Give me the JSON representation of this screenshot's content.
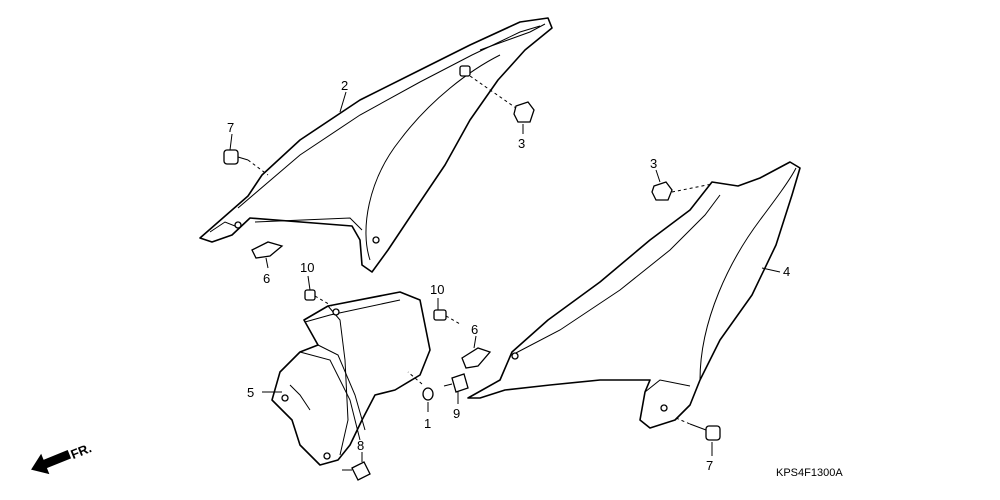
{
  "diagram": {
    "callouts": {
      "c1": "1",
      "c2": "2",
      "c3a": "3",
      "c3b": "3",
      "c4": "4",
      "c5": "5",
      "c6a": "6",
      "c6b": "6",
      "c7a": "7",
      "c7b": "7",
      "c8": "8",
      "c9": "9",
      "c10a": "10",
      "c10b": "10"
    },
    "direction_label": "FR.",
    "drawing_code": "KPS4F1300A"
  }
}
